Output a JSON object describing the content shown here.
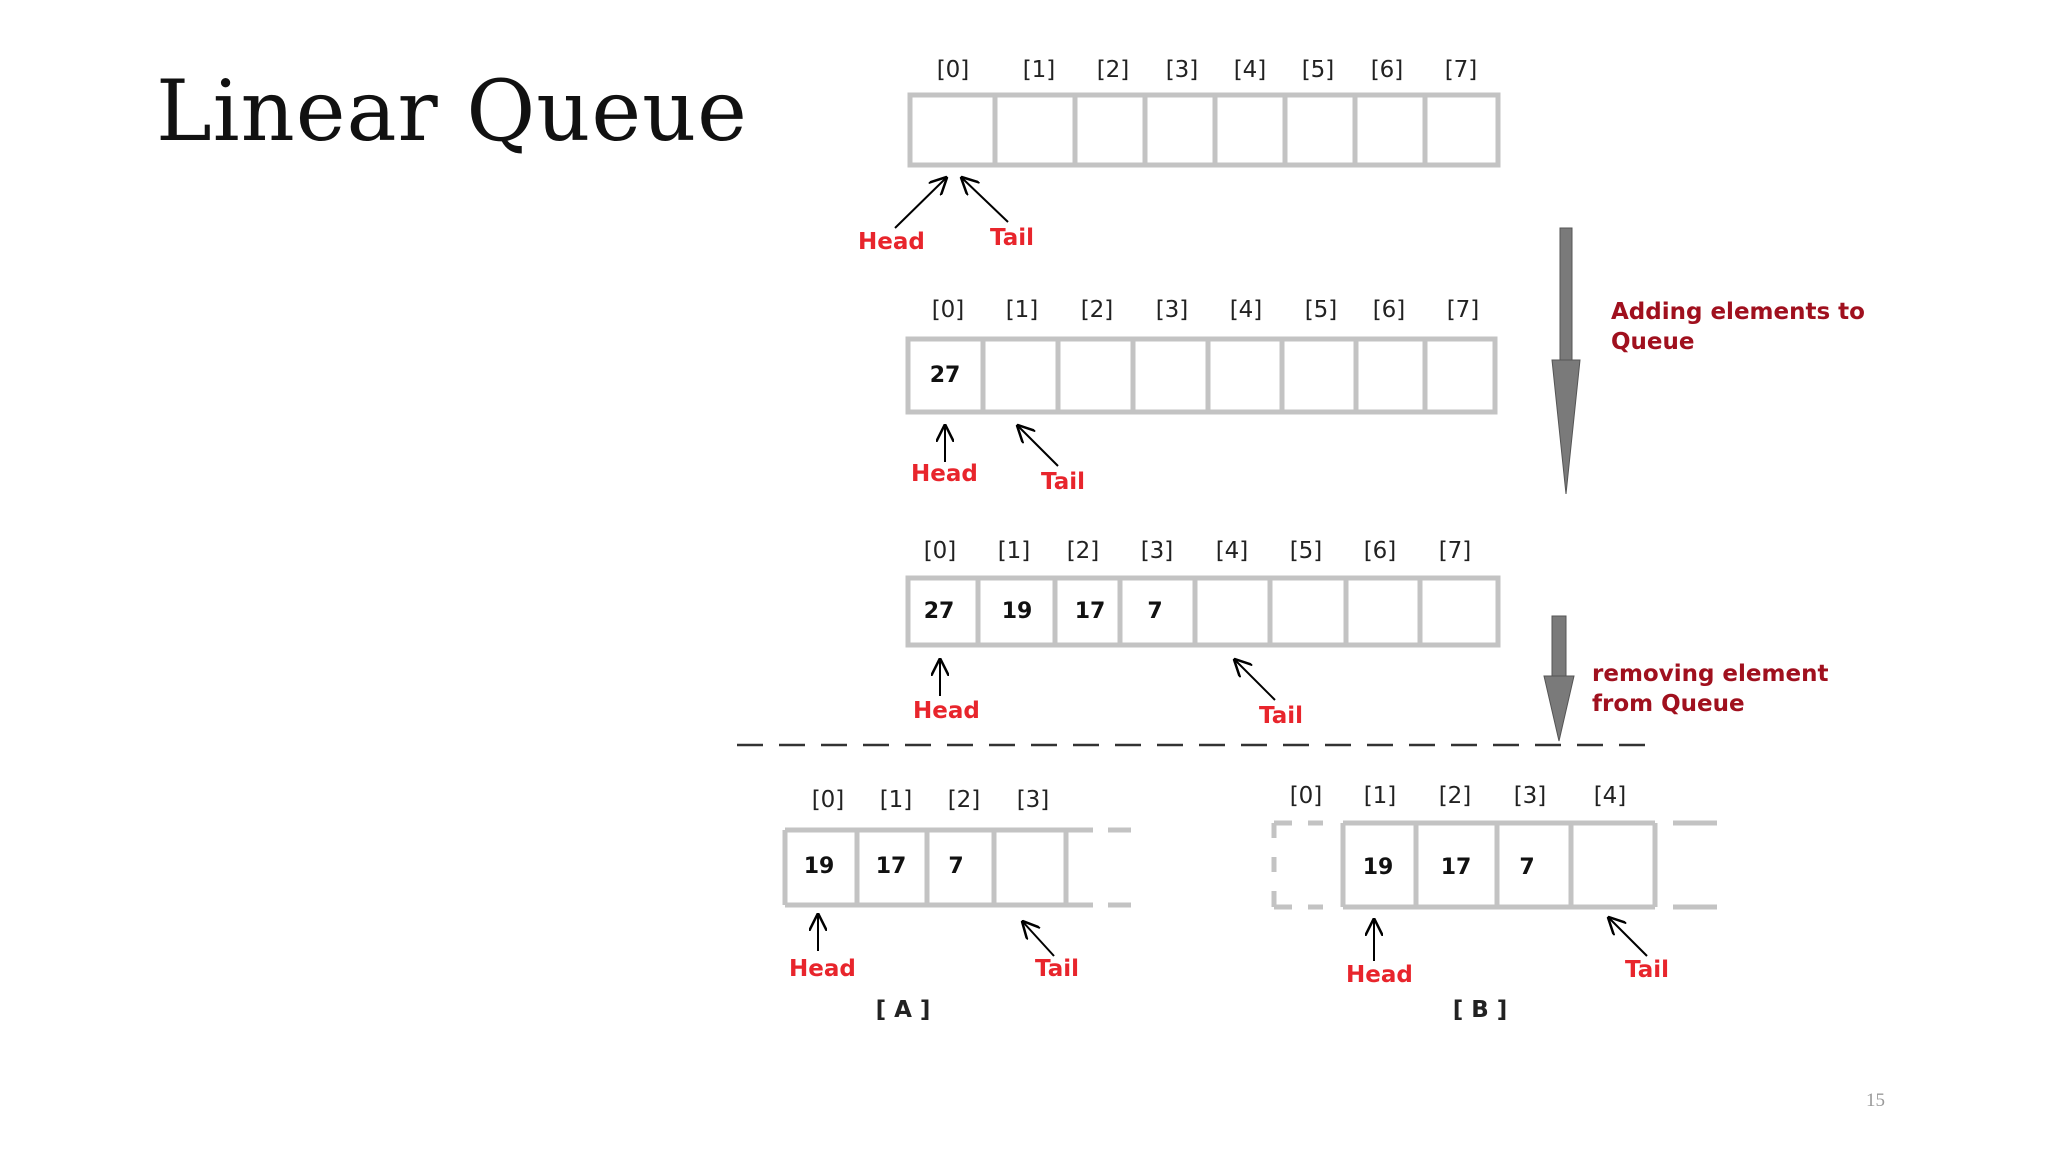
{
  "slide": {
    "title": "Linear Queue",
    "page_number": "15"
  },
  "colors": {
    "pointer_label": "#e8252c",
    "annotation": "#a0101e",
    "cell_border": "#c3c3c3",
    "flow_arrow": "#7a7a7a",
    "dashed_line": "#333333"
  },
  "diagram": {
    "queues": [
      {
        "id": "q1",
        "indices": [
          "[0]",
          "[1]",
          "[2]",
          "[3]",
          "[4]",
          "[5]",
          "[6]",
          "[7]"
        ],
        "values": [
          "",
          "",
          "",
          "",
          "",
          "",
          "",
          ""
        ],
        "head_label": "Head",
        "tail_label": "Tail"
      },
      {
        "id": "q2",
        "indices": [
          "[0]",
          "[1]",
          "[2]",
          "[3]",
          "[4]",
          "[5]",
          "[6]",
          "[7]"
        ],
        "values": [
          "27",
          "",
          "",
          "",
          "",
          "",
          "",
          ""
        ],
        "head_label": "Head",
        "tail_label": "Tail"
      },
      {
        "id": "q3",
        "indices": [
          "[0]",
          "[1]",
          "[2]",
          "[3]",
          "[4]",
          "[5]",
          "[6]",
          "[7]"
        ],
        "values": [
          "27",
          "19",
          "17",
          "7",
          "",
          "",
          "",
          ""
        ],
        "head_label": "Head",
        "tail_label": "Tail"
      },
      {
        "id": "qa",
        "indices": [
          "[0]",
          "[1]",
          "[2]",
          "[3]"
        ],
        "values": [
          "19",
          "17",
          "7",
          ""
        ],
        "head_label": "Head",
        "tail_label": "Tail",
        "caption": "[ A ]"
      },
      {
        "id": "qb",
        "indices": [
          "[0]",
          "[1]",
          "[2]",
          "[3]",
          "[4]"
        ],
        "values": [
          "19",
          "17",
          "7",
          ""
        ],
        "head_label": "Head",
        "tail_label": "Tail",
        "caption": "[ B ]"
      }
    ],
    "annotations": {
      "adding_line1": "Adding elements to",
      "adding_line2": "Queue",
      "removing_line1": "removing element",
      "removing_line2": "from Queue"
    }
  }
}
